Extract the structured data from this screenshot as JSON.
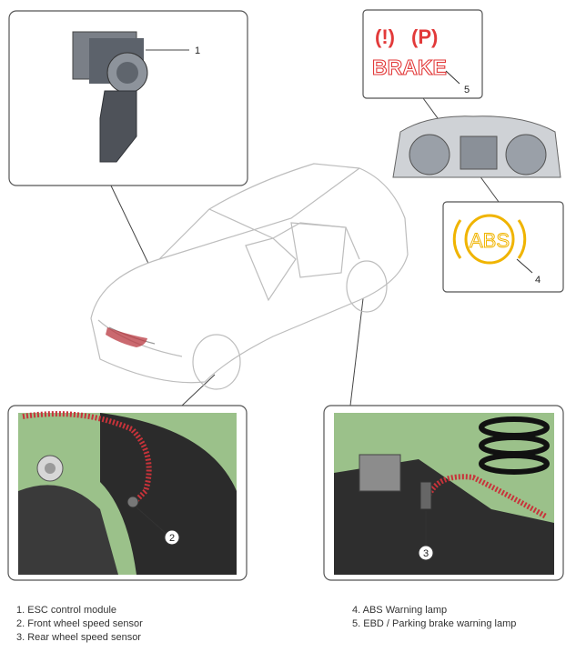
{
  "callouts": {
    "c1": "1",
    "c2": "2",
    "c3": "3",
    "c4": "4",
    "c5": "5"
  },
  "lamps": {
    "brake_icon_1": "(!)",
    "brake_icon_2": "(P)",
    "brake_text": "BRAKE",
    "abs_text": "ABS"
  },
  "legend": {
    "left": [
      "1. ESC control module",
      "2. Front wheel speed sensor",
      "3. Rear wheel speed sensor"
    ],
    "right": [
      "4. ABS Warning lamp",
      "5. EBD / Parking brake warning lamp"
    ]
  },
  "colors": {
    "brake_red": "#e23a3a",
    "abs_amber": "#f0b400",
    "photo_green": "#9bc18a",
    "wire_red": "#c8333a"
  }
}
